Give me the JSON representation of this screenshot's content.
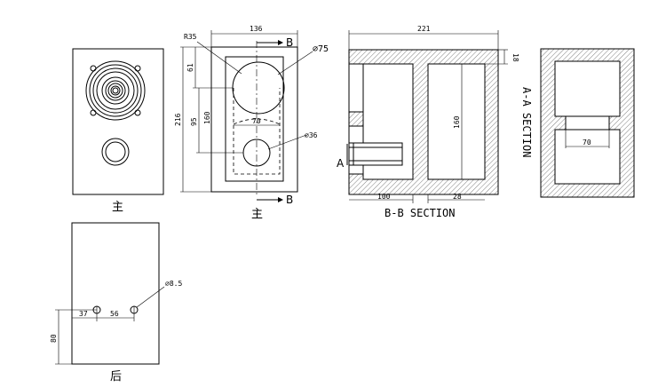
{
  "front_view": {
    "label": "主"
  },
  "front_dim_view": {
    "label": "主",
    "dims": {
      "width": "136",
      "height": "216",
      "top_offset": "61",
      "woofer_center": "95",
      "port_center": "160",
      "woofer_width": "70",
      "radius": "R35",
      "woofer_dia": "⌀75",
      "port_dia": "⌀36"
    },
    "cut_top": "B",
    "cut_bottom": "B"
  },
  "section_bb": {
    "label": "B-B SECTION",
    "dims": {
      "depth": "221",
      "wall": "18",
      "inner_height": "160",
      "port_len": "100",
      "gap": "28"
    },
    "cut_marker": "A"
  },
  "section_aa": {
    "label": "A-A SECTION",
    "dims": {
      "port_width": "70"
    }
  },
  "rear_view": {
    "label": "后",
    "dims": {
      "hole_dia": "⌀8.5",
      "left_offset": "37",
      "spacing": "56",
      "height_offset": "80"
    }
  }
}
